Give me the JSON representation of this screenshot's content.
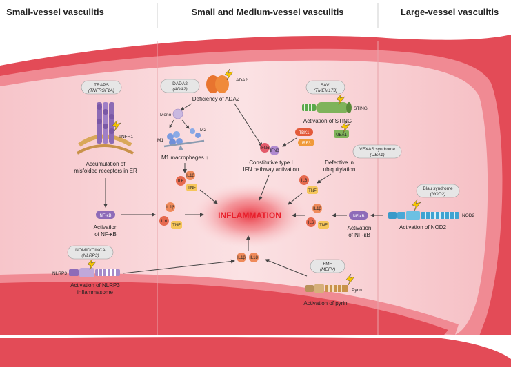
{
  "headers": {
    "left": "Small-vessel vasculitis",
    "middle": "Small and Medium-vessel vasculitis",
    "right": "Large-vessel vasculitis"
  },
  "center": "INFLAMMATION",
  "diseases": {
    "traps": {
      "name": "TRAPS",
      "gene": "(TNFRSF1A)"
    },
    "dada2": {
      "name": "DADA2",
      "gene": "(ADA2)"
    },
    "savi": {
      "name": "SAVI",
      "gene": "(TMEM173)"
    },
    "vexas": {
      "name": "VEXAS syndrome",
      "gene": "(UBA1)"
    },
    "blau": {
      "name": "Blau syndrome",
      "gene": "(NOD2)"
    },
    "nomid": {
      "name": "NOMID/CINCA",
      "gene": "(NLRP3)"
    },
    "fmf": {
      "name": "FMF",
      "gene": "(MEFV)"
    }
  },
  "proteins": {
    "tnfr1": "TNFR1",
    "ada2": "ADA2",
    "sting": "STING",
    "uba1": "UBA1",
    "nod2": "NOD2",
    "nlrp3": "NLRP3",
    "pyrin": "Pyrin",
    "tbk1": "TBK1",
    "irf3": "IRF3"
  },
  "mechanisms": {
    "traps_1": "Accumulation of",
    "traps_2": "misfolded receptors in ER",
    "ada2_def": "Deficiency of ADA2",
    "m1": "M1 macrophages ↑",
    "sting_act": "Activation of STING",
    "ifn_1": "Constitutive type I",
    "ifn_2": "IFN pathway activation",
    "ubiq_1": "Defective in",
    "ubiq_2": "ubiquitylation",
    "nod2_act": "Activation of NOD2",
    "nfkb_left_1": "Activation",
    "nfkb_left_2": "of NF-κB",
    "nfkb_right_1": "Activation",
    "nfkb_right_2": "of NF-κB",
    "nlrp3_1": "Activation of NLRP3",
    "nlrp3_2": "inflammasome",
    "pyrin_act": "Activation of pyrin"
  },
  "cells": {
    "mono": "Mono",
    "m1": "M1",
    "m2": "M2"
  },
  "signals": {
    "nfkb": "NF-κB",
    "il6": "IL6",
    "il1b": "IL1β",
    "il18": "IL18",
    "tnf": "TNF",
    "ifna": "IFNα",
    "ifnb": "IFNβ"
  },
  "colors": {
    "vessel_outer": "#e34b57",
    "vessel_lumen": "#f9d3d6",
    "inflammation": "#e8202c",
    "nfkb": "#8e6bb8",
    "il6": "#e66a4f",
    "il1b": "#ef8a5a",
    "tnf": "#f6c65b",
    "lightning": "#f5c400"
  }
}
